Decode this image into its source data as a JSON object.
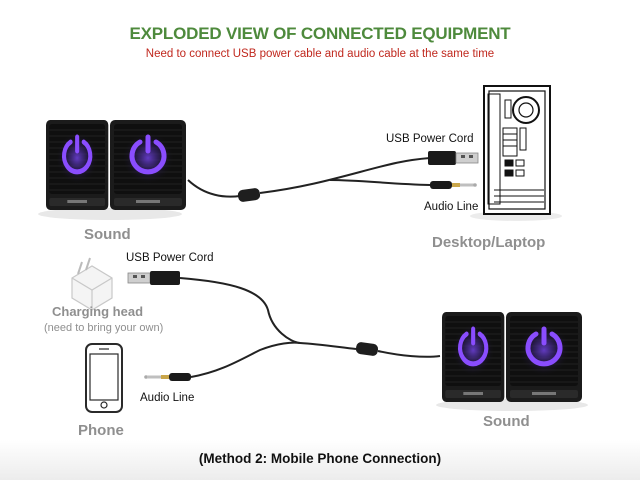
{
  "header": {
    "title": "EXPLODED VIEW OF CONNECTED EQUIPMENT",
    "subtitle": "Need to connect USB power cable and audio cable at the same time"
  },
  "method1": {
    "speaker_label": "Sound",
    "computer_label": "Desktop/Laptop",
    "usb_label": "USB Power Cord",
    "audio_label": "Audio Line"
  },
  "method2": {
    "usb_label": "USB Power Cord",
    "charger_label": "Charging head",
    "charger_note": "(need to bring your own)",
    "phone_label": "Phone",
    "audio_label": "Audio Line",
    "speaker_label": "Sound"
  },
  "footer": {
    "caption": "(Method 2: Mobile Phone Connection)"
  },
  "colors": {
    "title_green": "#4e8a3c",
    "subtitle_red": "#c0281e",
    "label_gray": "#8f8f8f",
    "ring_purple": "#8a4dff"
  }
}
